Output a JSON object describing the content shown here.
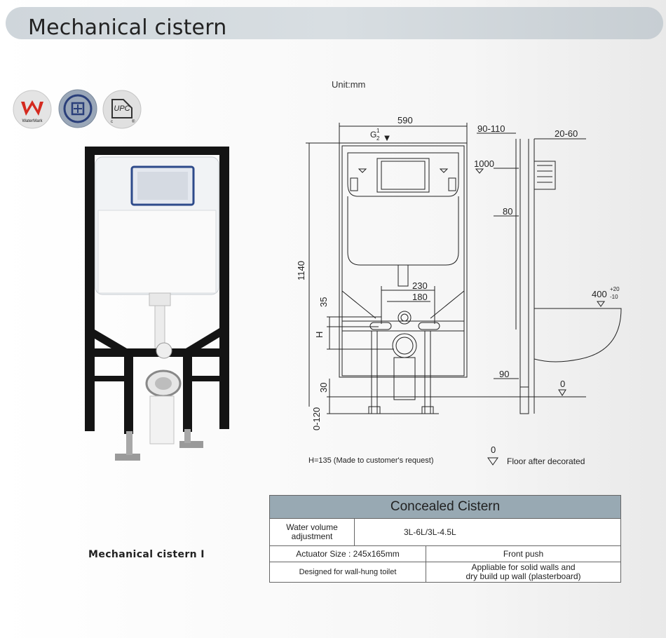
{
  "header": {
    "title": "Mechanical  cistern"
  },
  "certifications": [
    {
      "name": "WaterMark",
      "label": "WaterMark"
    },
    {
      "name": "round-seal",
      "label": ""
    },
    {
      "name": "UPC",
      "label": "UPC"
    }
  ],
  "drawing": {
    "unit_label": "Unit:mm",
    "dims": {
      "width": "590",
      "front_range": "90-110",
      "side_range": "20-60",
      "thread_main": "G",
      "thread_num": "1",
      "thread_den": "2",
      "height_1000": "1000",
      "height_80": "80",
      "height_1140": "1140",
      "bolt_230": "230",
      "bolt_180": "180",
      "dim_35": "35",
      "dim_H": "H",
      "dim_90": "90",
      "dim_30": "30",
      "dim_0_120": "0-120",
      "level_0": "0",
      "bowl_400": "400",
      "bowl_plus": "+20",
      "bowl_minus": "-10"
    },
    "note_H": "H=135 (Made to customer's request)",
    "note_floor_zero": "0",
    "note_floor": "Floor after decorated"
  },
  "photo_caption": "Mechanical  cistern  I",
  "spec_table": {
    "title": "Concealed Cistern",
    "water_volume_label_1": "Water volume",
    "water_volume_label_2": "adjustment",
    "water_volume_value": "3L-6L/3L-4.5L",
    "actuator_label": "Actuator Size :  245x165mm",
    "actuator_value": "Front push",
    "designed_label": "Designed for wall-hung toilet",
    "designed_value_1": "Appliable for solid walls and",
    "designed_value_2": "dry build up wall (plasterboard)"
  },
  "colors": {
    "header_bar": "#cfd6db",
    "table_header": "#98a9b3",
    "frame_black": "#141414"
  }
}
